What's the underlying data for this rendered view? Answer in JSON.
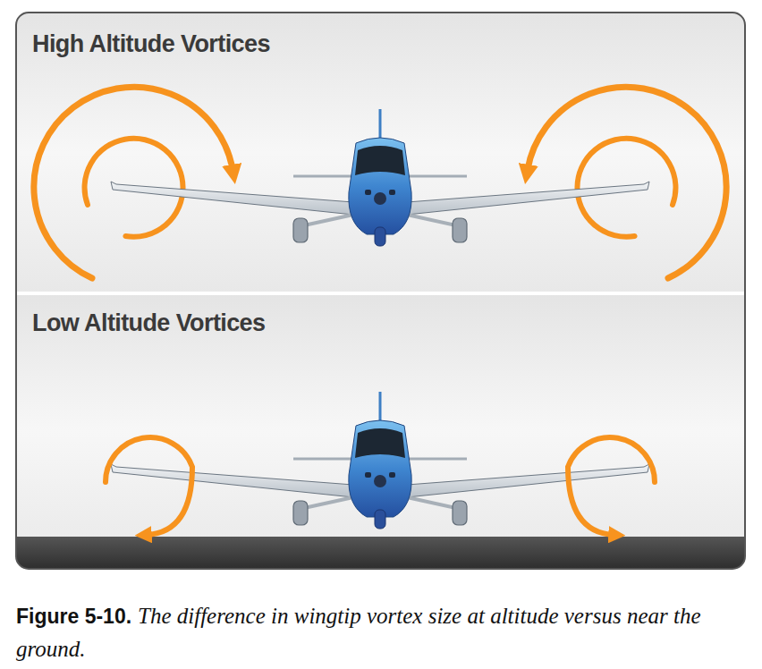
{
  "diagram": {
    "caption": "The difference in wingtip vortex size at altitude versus near the ground.",
    "nodes": [
      {
        "text": [
          "High Altitude Vortices"
        ]
      },
      {
        "text": [
          "Low Altitude Vortices"
        ]
      }
    ],
    "labels": [
      "Figure 5-10."
    ]
  }
}
